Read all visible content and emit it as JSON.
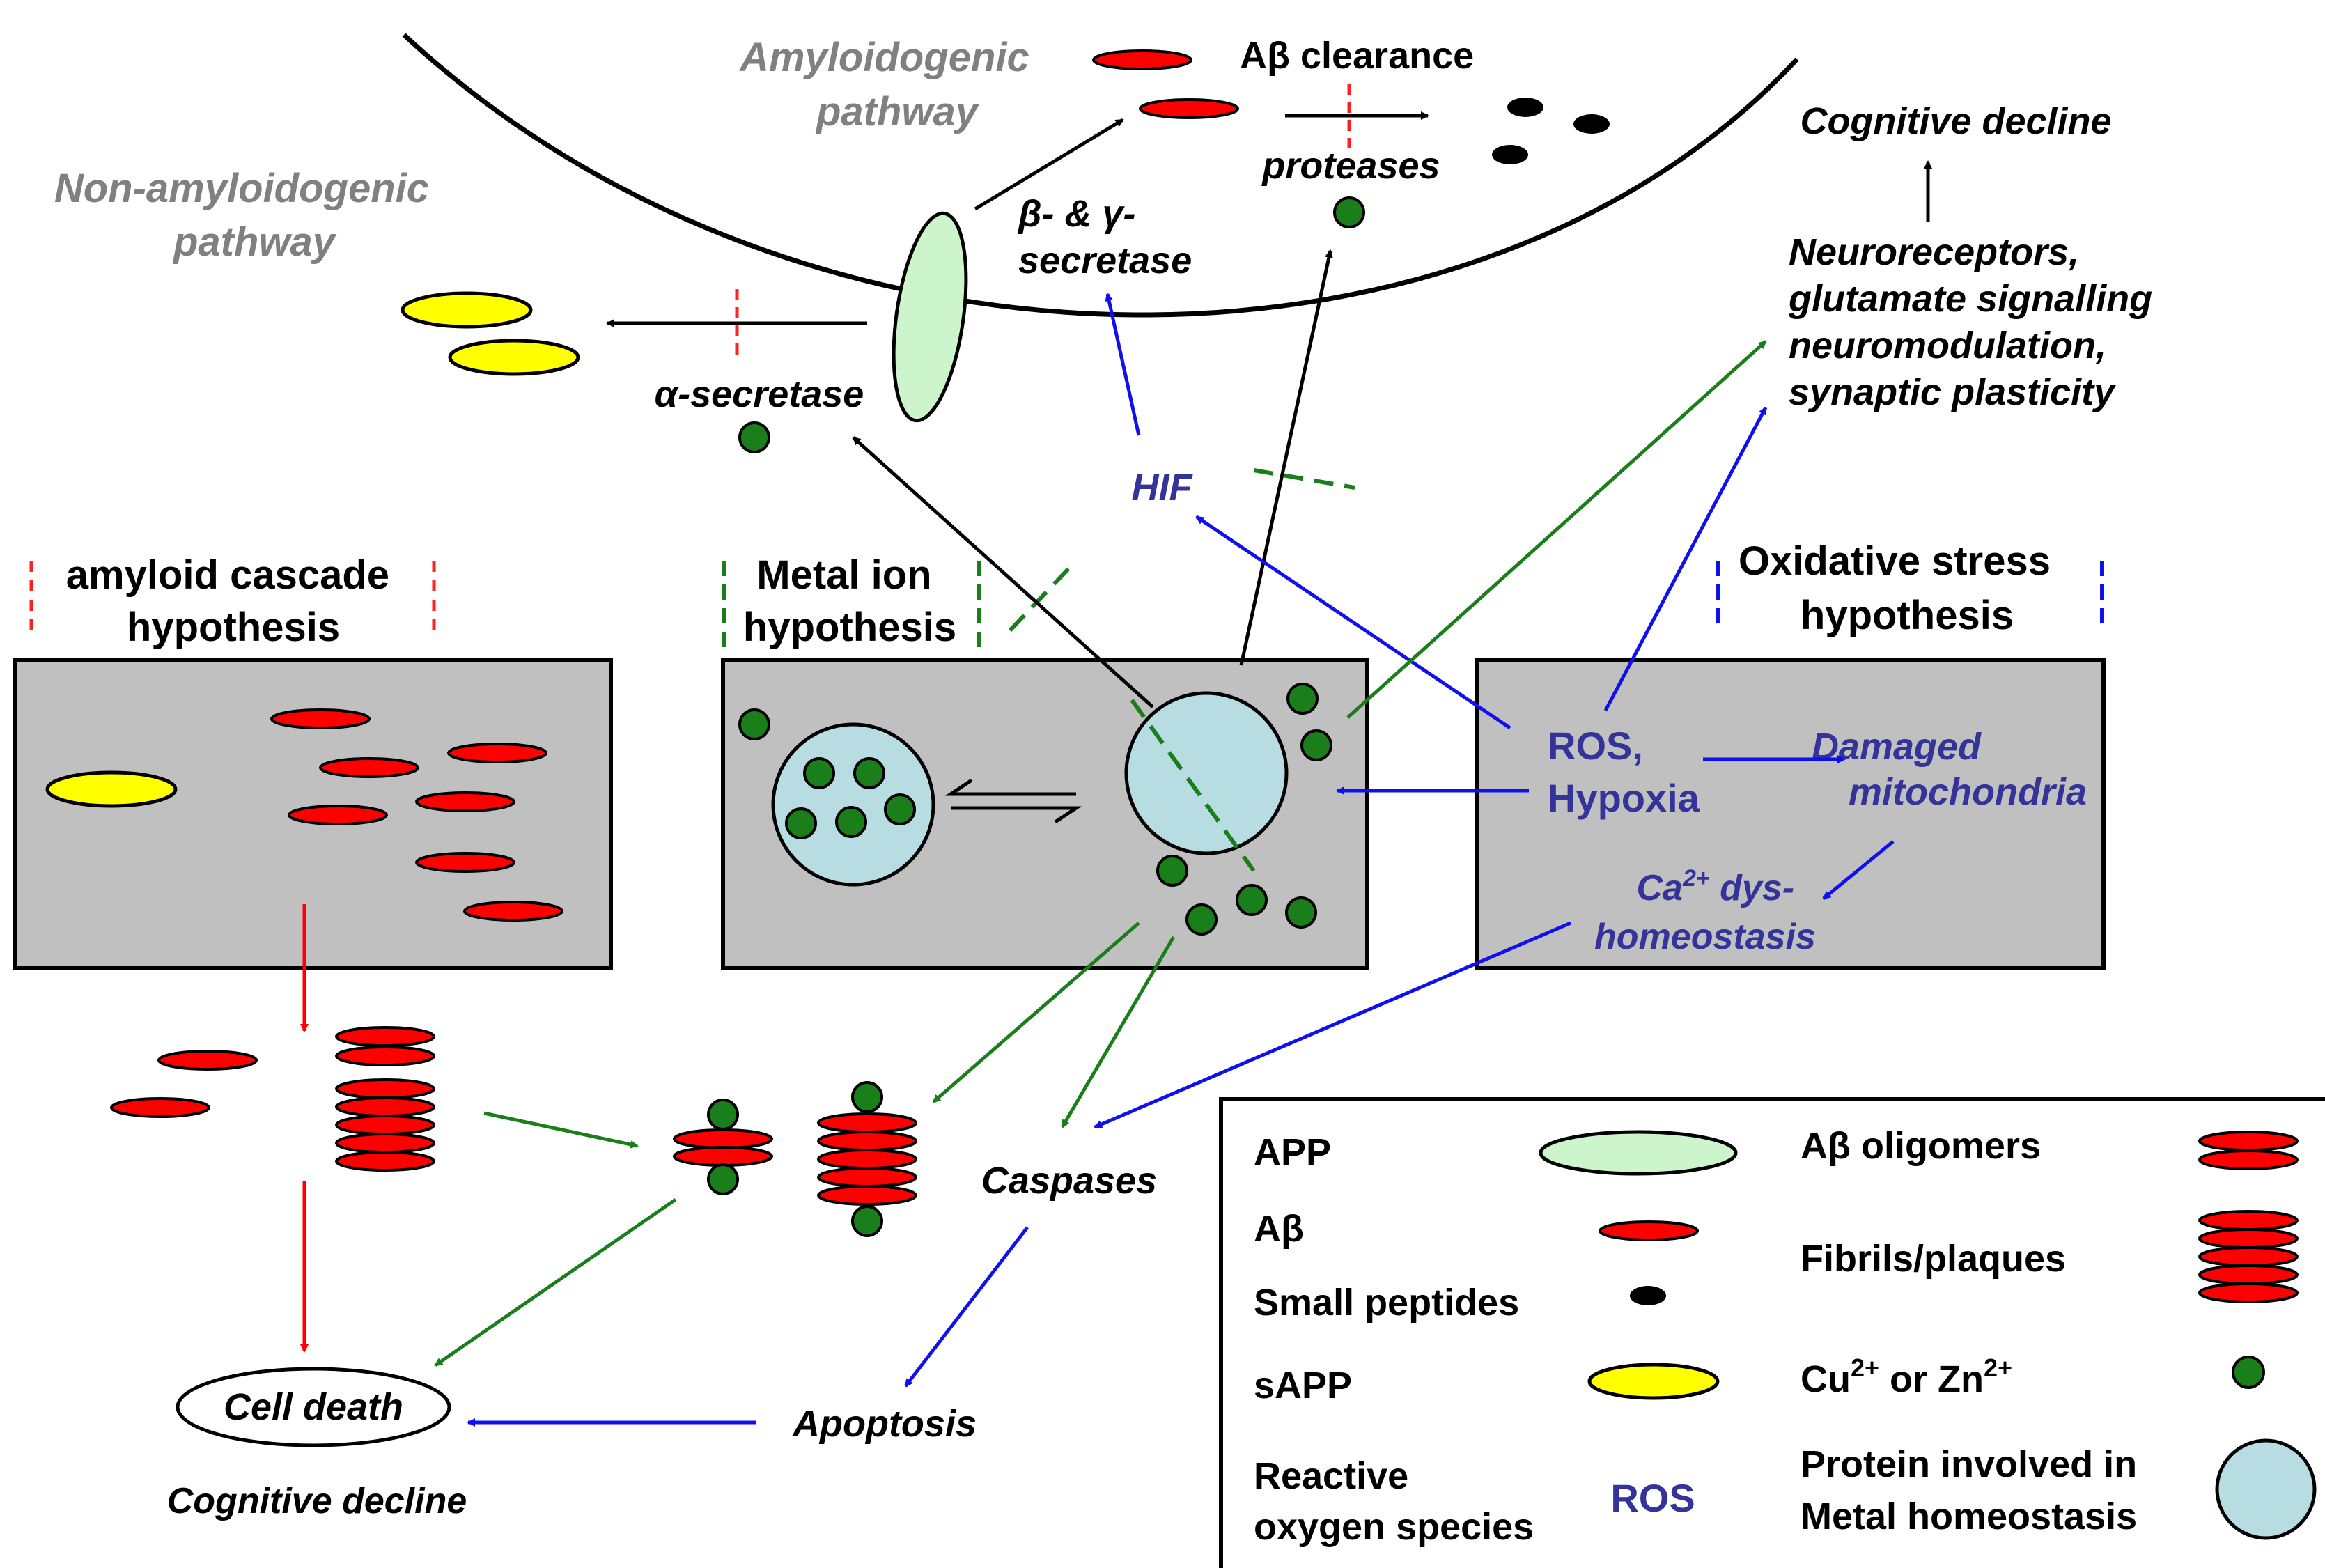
{
  "pathways": {
    "amyloidogenic": [
      "Amyloidogenic",
      "pathway"
    ],
    "non_amyloidogenic": [
      "Non-amyloidogenic",
      "pathway"
    ]
  },
  "processes": {
    "ab_clearance": "Aβ clearance",
    "proteases": "proteases",
    "beta_gamma_secretase": [
      "β- & γ-",
      "secretase"
    ],
    "alpha_secretase": "α-secretase",
    "hif": "HIF"
  },
  "outcomes": {
    "cognitive_decline_top": "Cognitive decline",
    "neuro": [
      "Neuroreceptors,",
      "glutamate signalling",
      "neuromodulation,",
      "synaptic plasticity"
    ],
    "caspases": "Caspases",
    "apoptosis": "Apoptosis",
    "cell_death": "Cell death",
    "cognitive_decline_bottom": "Cognitive decline"
  },
  "hypotheses": {
    "amyloid": [
      "amyloid cascade",
      "hypothesis"
    ],
    "metal": [
      "Metal ion",
      "hypothesis"
    ],
    "oxidative": [
      "Oxidative stress",
      "hypothesis"
    ]
  },
  "oxidative_box": {
    "ros_hypoxia": [
      "ROS,",
      "Hypoxia"
    ],
    "damaged_mito": [
      "Damaged",
      "mitochondria"
    ],
    "ca_dys": [
      "Ca",
      "2+",
      " dys-",
      "homeostasis"
    ]
  },
  "legend": {
    "app": "APP",
    "ab": "Aβ",
    "small_peptides": "Small peptides",
    "sapp": "sAPP",
    "reactive": [
      "Reactive",
      "oxygen species"
    ],
    "ros_symbol": "ROS",
    "ab_oligomers": "Aβ oligomers",
    "fibrils": "Fibrils/plaques",
    "cu_zn": [
      "Cu",
      "2+",
      " or Zn",
      "2+"
    ],
    "protein_metal": [
      "Protein involved in",
      "Metal homeostasis"
    ]
  },
  "colors": {
    "red": "#ff0000",
    "red_dash": "#ff2020",
    "green": "#1a7f1a",
    "dark_green_dot": "#1a7f1a",
    "blue": "#1010ee",
    "navy_text": "#333399",
    "grey_text": "#808080",
    "box_grey": "#c0c0c0",
    "app_fill": "#ccf5cc",
    "sapp_fill": "#ffff00",
    "metal_protein": "#b7dde3"
  }
}
